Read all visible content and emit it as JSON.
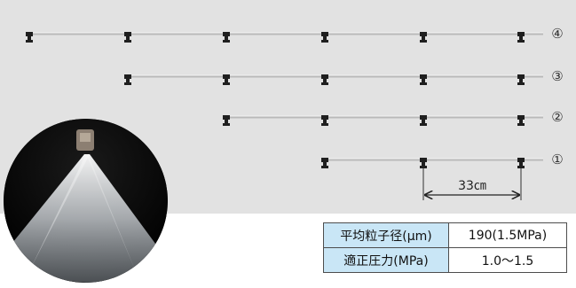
{
  "diagram": {
    "rows": [
      {
        "label": "④",
        "nozzle_count": 6
      },
      {
        "label": "③",
        "nozzle_count": 5
      },
      {
        "label": "②",
        "nozzle_count": 4
      },
      {
        "label": "①",
        "nozzle_count": 3
      }
    ],
    "spacing_label": "33㎝"
  },
  "spec_table": {
    "rows": [
      {
        "label": "平均粒子径(μm)",
        "value": "190(1.5MPa)"
      },
      {
        "label": "適正圧力(MPa)",
        "value": "1.0〜1.5"
      }
    ]
  },
  "colors": {
    "background_panel": "#e2e2e2",
    "pipe": "#b9b9b9",
    "nozzle": "#1f1f1f",
    "table_label_bg": "#c9e6f6"
  },
  "icons": {
    "nozzle": "nozzle-icon",
    "spray_photo": "spray-cone-photo"
  }
}
